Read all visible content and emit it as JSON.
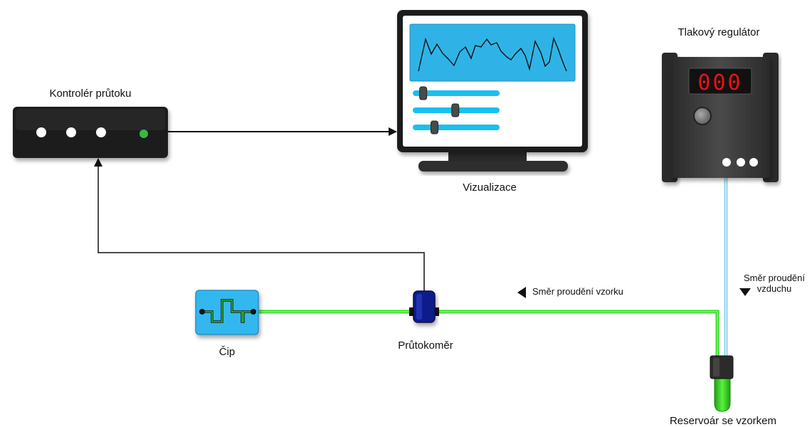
{
  "labels": {
    "flow_controller": "Kontrolér průtoku",
    "visualization": "Vizualizace",
    "pressure_regulator": "Tlakový regulátor",
    "chip": "Čip",
    "flowmeter": "Průtokoměr",
    "sample_flow_direction": "Směr proudění vzorku",
    "air_flow_direction_line1": "Směr proudění",
    "air_flow_direction_line2": "vzduchu",
    "sample_reservoir": "Reservoár se vzorkem"
  },
  "regulator_display": "000",
  "monitor_sliders": [
    0.12,
    0.49,
    0.25
  ],
  "colors": {
    "sample_line": "#33dd22",
    "air_line": "#8fd3f0",
    "screen": "#2fb3e6",
    "slider": "#19c0ee",
    "led_green": "#33bb44",
    "display_digits": "#ee1111",
    "chip_body": "#33b7ef",
    "flowmeter_body": "#0d1a8a"
  }
}
